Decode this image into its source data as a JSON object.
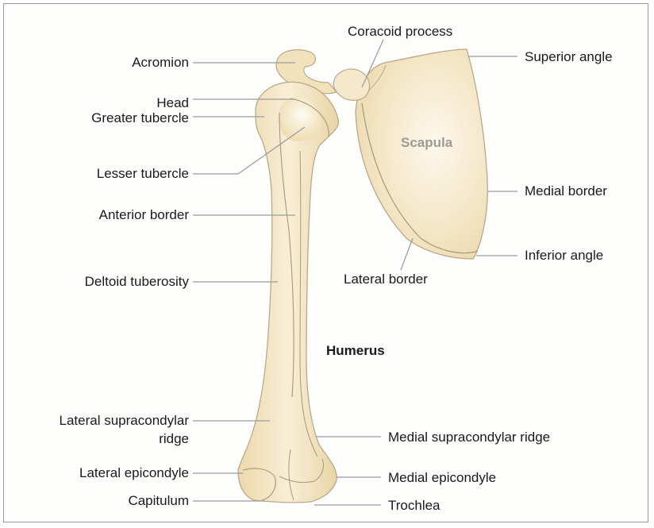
{
  "labels": {
    "acromion": "Acromion",
    "head": "Head",
    "greater_tubercle": "Greater tubercle",
    "lesser_tubercle": "Lesser tubercle",
    "anterior_border": "Anterior border",
    "deltoid_tuberosity": "Deltoid tuberosity",
    "lateral_supracondylar_1": "Lateral supracondylar",
    "lateral_supracondylar_2": "ridge",
    "lateral_epicondyle": "Lateral epicondyle",
    "capitulum": "Capitulum",
    "coracoid_process": "Coracoid process",
    "superior_angle": "Superior angle",
    "scapula": "Scapula",
    "medial_border": "Medial border",
    "inferior_angle": "Inferior angle",
    "lateral_border": "Lateral border",
    "humerus": "Humerus",
    "medial_supracondylar_ridge": "Medial supracondylar ridge",
    "medial_epicondyle": "Medial epicondyle",
    "trochlea": "Trochlea"
  },
  "colors": {
    "bone_fill": "#f3e3bf",
    "bone_highlight": "#fcf6e8",
    "bone_outline": "#b9a98a",
    "leader_line": "#9d9d9d"
  }
}
